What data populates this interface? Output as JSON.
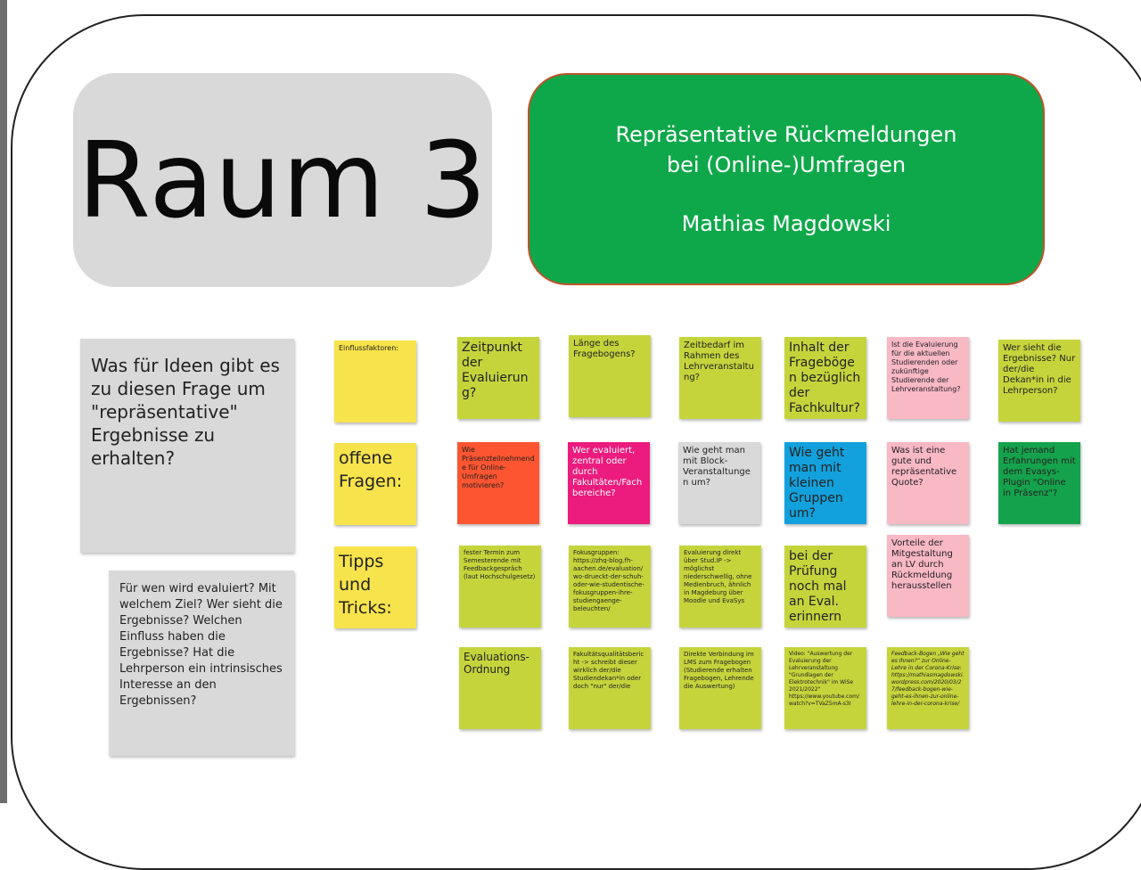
{
  "title": "Raum 3",
  "header": {
    "line1": "Repräsentative Rückmeldungen",
    "line2": "bei (Online-)Umfragen",
    "author": "Mathias Magdowski"
  },
  "questions": {
    "main": "Was für Ideen gibt es zu diesen Frage um \"repräsentative\" Ergebnisse zu erhalten?",
    "sub": "Für wen wird evaluiert? Mit welchem Ziel? Wer sieht die Ergebnisse? Welchen Einfluss haben die Ergebnisse? Hat die Lehrperson ein intrinsisches Interesse an den Ergebnissen?"
  },
  "row_labels": [
    "Einflussfaktoren:",
    "offene Fragen:",
    "Tipps und Tricks:"
  ],
  "notes": {
    "einfluss": [
      "Zeitpunkt der Evaluierung?",
      "Länge des Fragebogens?",
      "Zeitbedarf im Rahmen des Lehrveranstaltung?",
      "Inhalt der Fragebögen bezüglich der Fachkultur?",
      "Ist die Evaluierung für die aktuellen Studierenden oder zukünftige Studierende der Lehrveranstaltung?",
      "Wer sieht die Ergebnisse? Nur der/die Dekan*in in die Lehrperson?"
    ],
    "offen": [
      "Wie Präsenzteilnehmende für Online-Umfragen motivieren?",
      "Wer evaluiert, zentral oder durch Fakultäten/Fachbereiche?",
      "Wie geht man mit Block-Veranstaltungen um?",
      "Wie geht man mit kleinen Gruppen um?",
      "Was ist eine gute und repräsentative Quote?",
      "Hat jemand Erfahrungen mit dem Evasys-Plugin \"Online in Präsenz\"?"
    ],
    "tipps": [
      "fester Termin zum Semesterende mit Feedbackgespräch (laut Hochschulgesetz)",
      "Fokusgruppen: https://zhq-blog.fh-aachen.de/evaluation/wo-drueckt-der-schuh-oder-wie-studentische-fokusgruppen-ihre-studiengaenge-beleuchten/",
      "Evaluierung direkt über Stud.IP -> möglichst niederschwellig, ohne Medienbruch, ähnlich in Magdeburg über Moodle und EvaSys",
      "bei der Prüfung noch mal an Eval. erinnern",
      "Vorteile der Mitgestaltung an LV durch Rückmeldung herausstellen"
    ],
    "tipps2": [
      "Evaluations-Ordnung",
      "Fakultätsqualitätsbericht -> schreibt dieser wirklich der/die Studiendekan*in oder doch \"nur\" der/die",
      "Direkte Verbindung im LMS zum Fragebogen (Studierende erhalten Fragebogen, Lehrende die Auswertung)",
      "Video: \"Auswertung der Evaluierung der Lehrveranstaltung \"Grundlagen der Elektrotechnik\" im WiSe 2021/2022\" https://www.youtube.com/watch?v=TVaZ5mA-s3I",
      "Feedback-Bogen „Wie geht es Ihnen?“ zur Online-Lehre in der Corona-Krise: https://mathiasmagdowski.wordpress.com/2020/03/27/feedback-bogen-wie-geht-es-ihnen-zur-online-lehre-in-der-corona-krise/"
    ]
  },
  "colors": {
    "yellow": "#f7e34b",
    "olive": "#c6d43c",
    "pink": "#f8b8c4",
    "orange": "#fd5531",
    "magenta": "#eb1c7e",
    "gray": "#d9d9d9",
    "blue": "#12a1dc",
    "green": "#15a24c",
    "header_green": "#0ea84a"
  }
}
